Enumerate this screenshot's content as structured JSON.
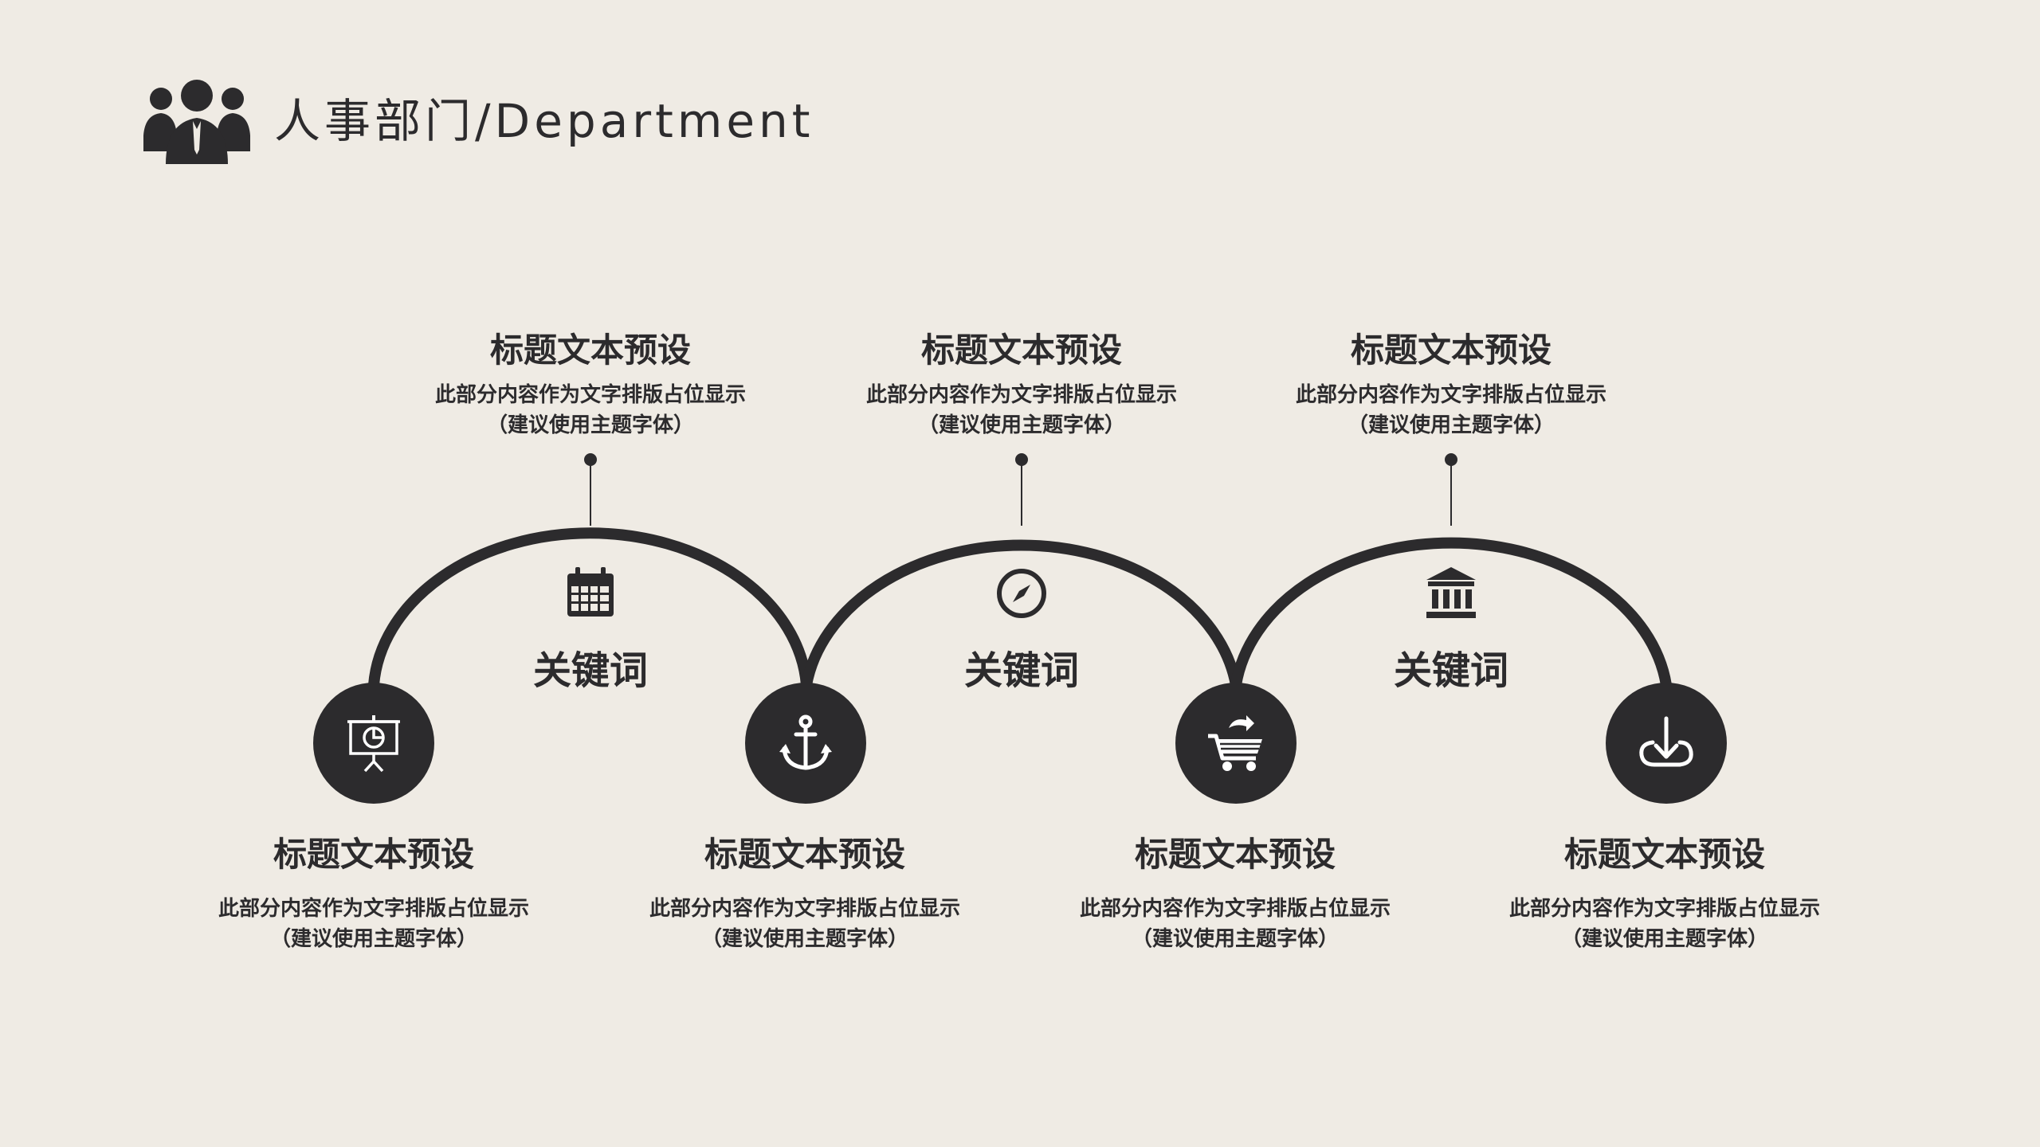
{
  "header": {
    "title": "人事部门/Department",
    "logo_icon": "people-group-icon"
  },
  "colors": {
    "background": "#efebe4",
    "dark": "#2c2b2d",
    "icon_fg": "#ffffff"
  },
  "top_items": [
    {
      "title": "标题文本预设",
      "line1": "此部分内容作为文字排版占位显示",
      "line2": "（建议使用主题字体）"
    },
    {
      "title": "标题文本预设",
      "line1": "此部分内容作为文字排版占位显示",
      "line2": "（建议使用主题字体）"
    },
    {
      "title": "标题文本预设",
      "line1": "此部分内容作为文字排版占位显示",
      "line2": "（建议使用主题字体）"
    }
  ],
  "keywords": [
    {
      "label": "关键词",
      "icon": "calendar-icon"
    },
    {
      "label": "关键词",
      "icon": "compass-icon"
    },
    {
      "label": "关键词",
      "icon": "bank-icon"
    }
  ],
  "bottom_items": [
    {
      "title": "标题文本预设",
      "line1": "此部分内容作为文字排版占位显示",
      "line2": "（建议使用主题字体）",
      "icon": "presentation-chart-icon"
    },
    {
      "title": "标题文本预设",
      "line1": "此部分内容作为文字排版占位显示",
      "line2": "（建议使用主题字体）",
      "icon": "anchor-icon"
    },
    {
      "title": "标题文本预设",
      "line1": "此部分内容作为文字排版占位显示",
      "line2": "（建议使用主题字体）",
      "icon": "cart-icon"
    },
    {
      "title": "标题文本预设",
      "line1": "此部分内容作为文字排版占位显示",
      "line2": "（建议使用主题字体）",
      "icon": "cloud-download-icon"
    }
  ]
}
